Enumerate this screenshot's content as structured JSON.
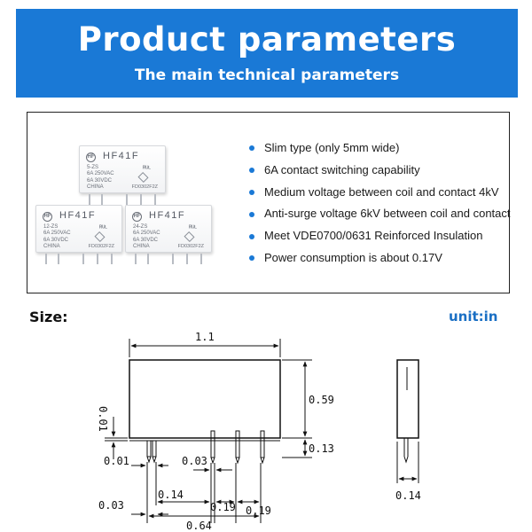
{
  "banner": {
    "title": "Product parameters",
    "subtitle": "The main technical parameters"
  },
  "relays": [
    {
      "model": "HF41F",
      "spec_lines": "5-ZS\n6A 250VAC\n6A 30VDC\nCHINA",
      "code": "FD0302F2Z"
    },
    {
      "model": "HF41F",
      "spec_lines": "12-ZS\n6A 250VAC\n6A 30VDC\nCHINA",
      "code": "FD0302F2Z"
    },
    {
      "model": "HF41F",
      "spec_lines": "24-ZS\n6A 250VAC\n6A 30VDC\nCHINA",
      "code": "FD0302F2Z"
    }
  ],
  "features": [
    "Slim type (only 5mm wide)",
    "6A contact switching capability",
    "Medium voltage between coil and contact 4kV",
    "Anti-surge voltage 6kV between coil and contact",
    "Meet VDE0700/0631 Reinforced Insulation",
    "Power consumption is about 0.17V"
  ],
  "size_section": {
    "label": "Size:",
    "unit": "unit:in"
  },
  "dimensions": {
    "length": "1.1",
    "height": "0.59",
    "pin_length": "0.13",
    "top_gap": "0.01",
    "pin_offset_left": "0.01",
    "pin_width_mid": "0.03",
    "pin_width_left": "0.03",
    "pin_pitch_a": "0.14",
    "pin_pitch_b": "0.19",
    "pin_pitch_c": "0.19",
    "pin_span": "0.64",
    "body_width": "0.14"
  },
  "colors": {
    "banner": "#1a79d6",
    "bullet": "#1a79d6",
    "unit_label": "#1a6fc4"
  }
}
